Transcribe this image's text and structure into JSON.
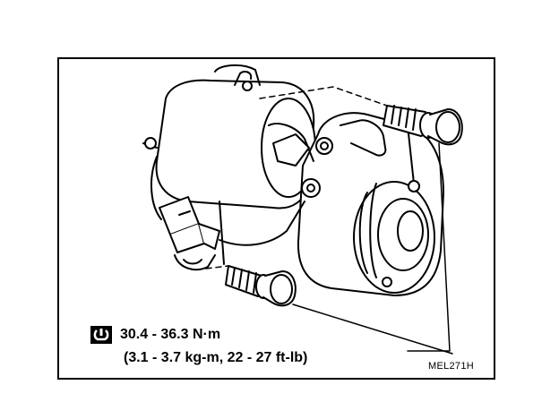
{
  "spec": {
    "torque_nm": "30.4 - 36.3 N·m",
    "torque_alt": "(3.1 - 3.7 kg-m, 22 - 27 ft-lb)"
  },
  "figure": {
    "id": "MEL271H"
  },
  "icons": {
    "torque": "torque-wrench-icon"
  },
  "colors": {
    "ink": "#000000",
    "background": "#ffffff"
  }
}
